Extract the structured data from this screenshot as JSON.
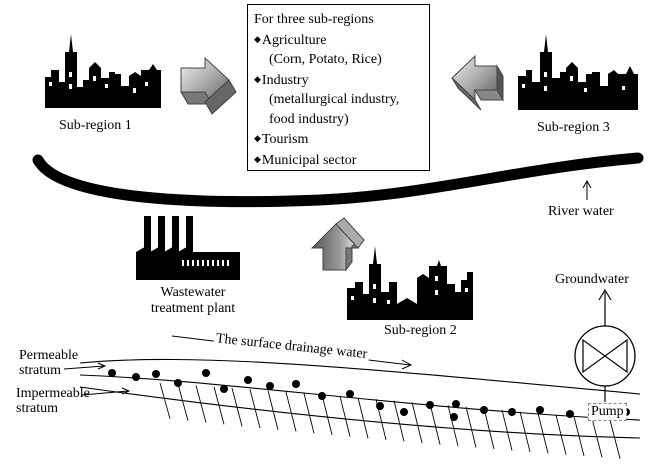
{
  "info_box": {
    "title": "For three sub-regions",
    "bullet_glyph": "◆",
    "items": [
      {
        "label": "Agriculture",
        "detail": [
          "(Corn, Potato, Rice)"
        ]
      },
      {
        "label": "Industry",
        "detail": [
          "(metallurgical industry,",
          "food industry)"
        ]
      },
      {
        "label": "Tourism",
        "detail": []
      },
      {
        "label": "Municipal sector",
        "detail": []
      }
    ]
  },
  "labels": {
    "sub_region_1": "Sub-region 1",
    "sub_region_2": "Sub-region 2",
    "sub_region_3": "Sub-region 3",
    "river_water": "River water",
    "wastewater_line1": "Wastewater",
    "wastewater_line2": "treatment plant",
    "groundwater": "Groundwater",
    "surface_drainage": "The surface drainage water",
    "permeable_line1": "Permeable",
    "permeable_line2": "stratum",
    "impermeable_line1": "Impermeable",
    "impermeable_line2": "stratum",
    "pump": "Pump"
  },
  "colors": {
    "ink": "#000000",
    "arrow_light": "#e4e4e4",
    "arrow_dark": "#6f6f6f"
  },
  "icons": {
    "city": "city-skyline-icon",
    "factory": "factory-icon",
    "arrow3d": "3d-block-arrow-icon",
    "pump": "pump-symbol-icon"
  }
}
